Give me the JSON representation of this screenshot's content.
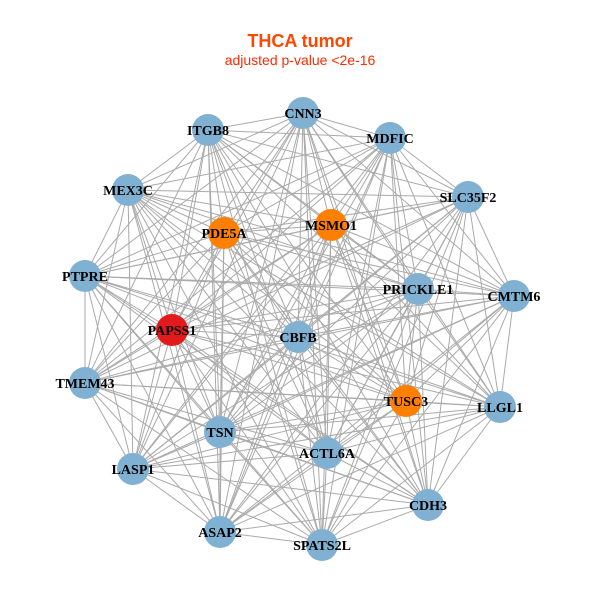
{
  "title": "THCA tumor",
  "subtitle": "adjusted p-value <2e-16",
  "colors": {
    "default": "#80B1D3",
    "highlight": "#FF7F00",
    "focus": "#E31A1C",
    "edge": "#AAAAAA"
  },
  "nodes": [
    {
      "id": "CNN3",
      "group": "default"
    },
    {
      "id": "ITGB8",
      "group": "default"
    },
    {
      "id": "MDFIC",
      "group": "default"
    },
    {
      "id": "MEX3C",
      "group": "default"
    },
    {
      "id": "SLC35F2",
      "group": "default"
    },
    {
      "id": "PDE5A",
      "group": "highlight"
    },
    {
      "id": "MSMO1",
      "group": "highlight"
    },
    {
      "id": "PTPRE",
      "group": "default"
    },
    {
      "id": "PRICKLE1",
      "group": "default"
    },
    {
      "id": "CMTM6",
      "group": "default"
    },
    {
      "id": "PAPSS1",
      "group": "focus"
    },
    {
      "id": "CBFB",
      "group": "default"
    },
    {
      "id": "TMEM43",
      "group": "default"
    },
    {
      "id": "TUSC3",
      "group": "highlight"
    },
    {
      "id": "LLGL1",
      "group": "default"
    },
    {
      "id": "TSN",
      "group": "default"
    },
    {
      "id": "ACTL6A",
      "group": "default"
    },
    {
      "id": "LASP1",
      "group": "default"
    },
    {
      "id": "CDH3",
      "group": "default"
    },
    {
      "id": "ASAP2",
      "group": "default"
    },
    {
      "id": "SPATS2L",
      "group": "default"
    }
  ]
}
